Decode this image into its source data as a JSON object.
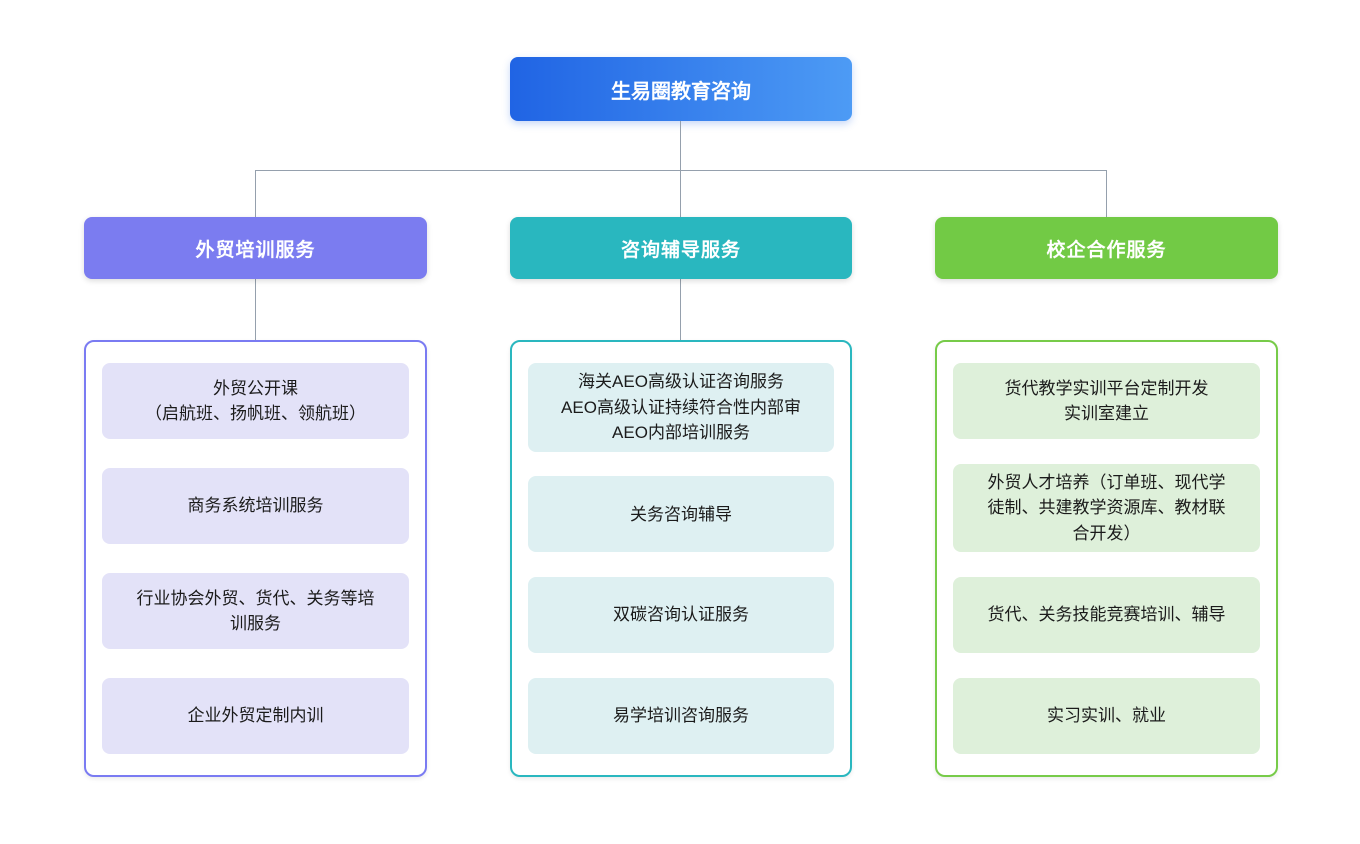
{
  "root": {
    "label": "生易圈教育咨询"
  },
  "branches": [
    {
      "header": "外贸培训服务",
      "items": [
        "外贸公开课\n（启航班、扬帆班、领航班）",
        "商务系统培训服务",
        "行业协会外贸、货代、关务等培\n训服务",
        "企业外贸定制内训"
      ]
    },
    {
      "header": "咨询辅导服务",
      "items": [
        "海关AEO高级认证咨询服务\nAEO高级认证持续符合性内部审\nAEO内部培训服务",
        "关务咨询辅导",
        "双碳咨询认证服务",
        "易学培训咨询服务"
      ]
    },
    {
      "header": "校企合作服务",
      "items": [
        "货代教学实训平台定制开发\n实训室建立",
        "外贸人才培养（订单班、现代学\n徒制、共建教学资源库、教材联\n合开发）",
        "货代、关务技能竞赛培训、辅导",
        "实习实训、就业"
      ]
    }
  ],
  "colors": {
    "root_gradient_start": "#2064e4",
    "root_gradient_end": "#4d9bf5",
    "branch1_header": "#7b7cf0",
    "branch1_border": "#7a7bf2",
    "branch1_item_bg": "#e3e2f8",
    "branch2_header": "#29b7bf",
    "branch2_border": "#2ab7bf",
    "branch2_item_bg": "#def0f2",
    "branch3_header": "#72ca45",
    "branch3_border": "#77cb49",
    "branch3_item_bg": "#def0da",
    "connector": "#95a0ad",
    "text": "#1b1b1b"
  }
}
